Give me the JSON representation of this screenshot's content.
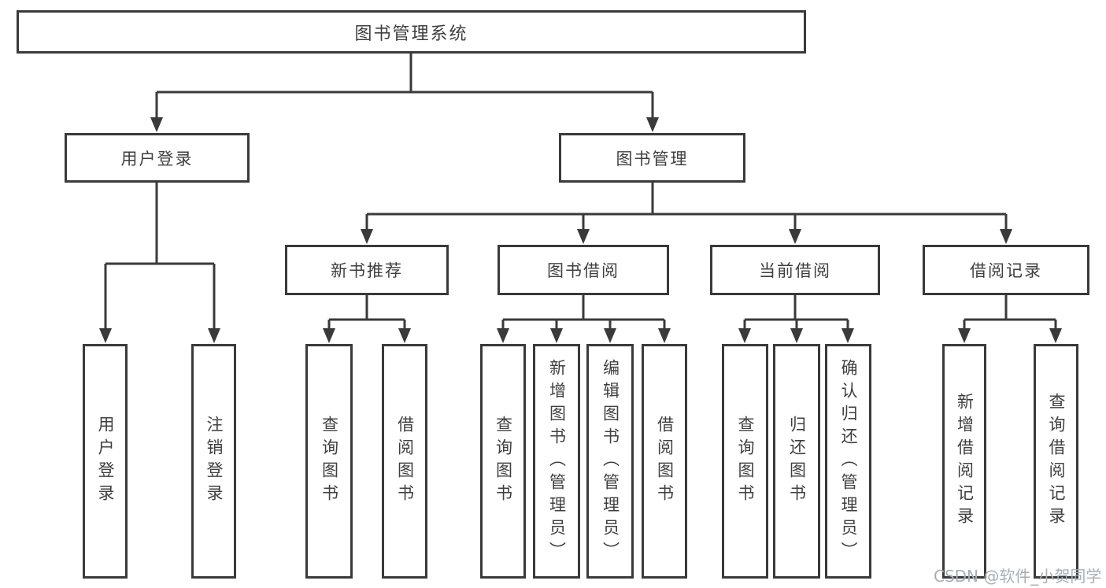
{
  "diagram": {
    "nodes": {
      "root": {
        "label": "图书管理系统"
      },
      "user_login": {
        "label": "用户登录"
      },
      "book_mgmt": {
        "label": "图书管理"
      },
      "new_rec": {
        "label": "新书推荐"
      },
      "book_borrow": {
        "label": "图书借阅"
      },
      "current_borrow": {
        "label": "当前借阅"
      },
      "borrow_record": {
        "label": "借阅记录"
      },
      "leaves": {
        "user_login": {
          "label": "用户登录"
        },
        "logout": {
          "label": "注销登录"
        },
        "query_book_rec": {
          "label": "查询图书"
        },
        "borrow_book_rec": {
          "label": "借阅图书"
        },
        "query_book_borrow": {
          "label": "查询图书"
        },
        "add_book": {
          "label": "新增图书（管理员）"
        },
        "edit_book": {
          "label": "编辑图书（管理员）"
        },
        "borrow_book": {
          "label": "借阅图书"
        },
        "query_book_current": {
          "label": "查询图书"
        },
        "return_book": {
          "label": "归还图书"
        },
        "confirm_return": {
          "label": "确认归还（管理员）"
        },
        "add_borrow_record": {
          "label": "新增借阅记录"
        },
        "query_borrow_record": {
          "label": "查询借阅记录"
        }
      }
    },
    "hierarchy": {
      "图书管理系统": {
        "用户登录": [
          "用户登录",
          "注销登录"
        ],
        "图书管理": {
          "新书推荐": [
            "查询图书",
            "借阅图书"
          ],
          "图书借阅": [
            "查询图书",
            "新增图书（管理员）",
            "编辑图书（管理员）",
            "借阅图书"
          ],
          "当前借阅": [
            "查询图书",
            "归还图书",
            "确认归还（管理员）"
          ],
          "借阅记录": [
            "新增借阅记录",
            "查询借阅记录"
          ]
        }
      }
    },
    "colors": {
      "line": "#3a3a3a",
      "box_border": "#3a3a3a",
      "text": "#3f3f3f",
      "background": "#ffffff",
      "watermark": "#a9aeb4"
    }
  },
  "watermark": {
    "text": "CSDN @软件_小贺同学"
  }
}
